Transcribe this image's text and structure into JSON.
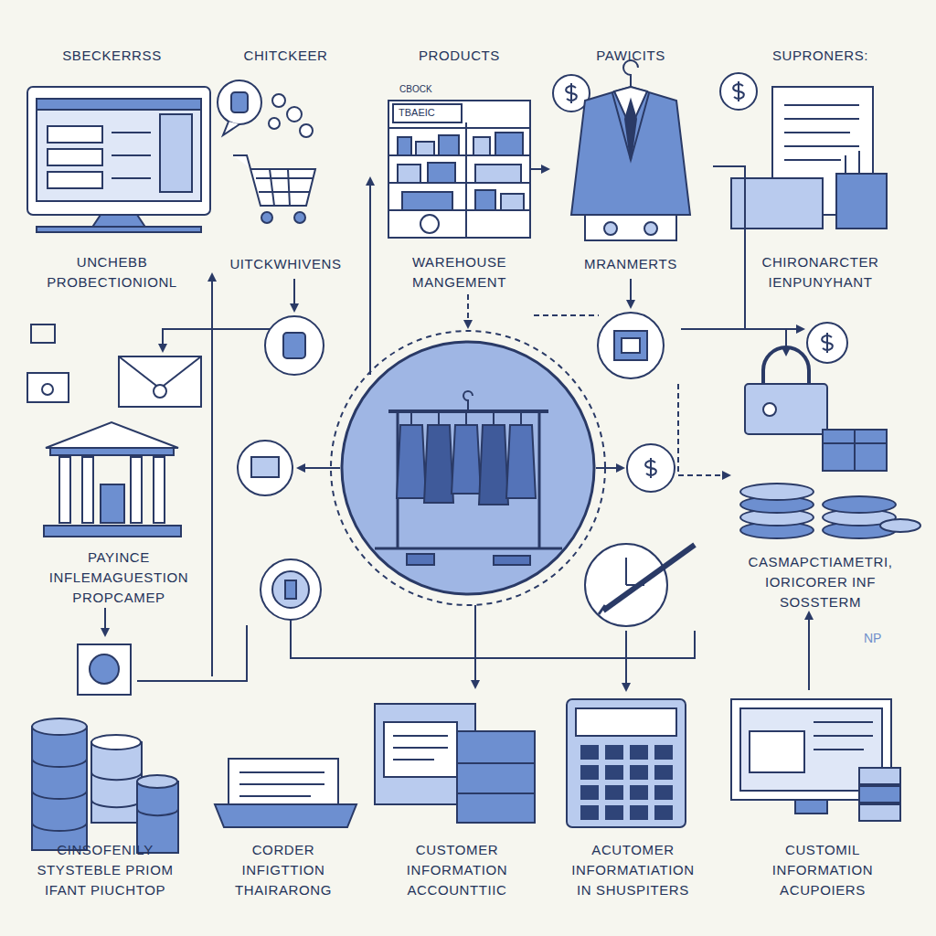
{
  "diagram": {
    "nodes": [
      {
        "text": [
          "SBECKERRSS",
          "UNCHEBB PROBECTIONIONL"
        ]
      },
      {
        "text": [
          "CHITCKEER",
          "UITCKWHIVENS"
        ]
      },
      {
        "text": [
          "PRODUCTS",
          "WAREHOUSE MANGEMENT"
        ]
      },
      {
        "text": [
          "PAWICITS",
          "MRANMERTS"
        ]
      },
      {
        "text": [
          "SUPRONERS:",
          "CHIRONARCTER IENPUNYHANT"
        ]
      },
      {
        "text": [
          "PAYINCE INFLEMAGUESTION PROPCAMEP"
        ]
      },
      {
        "text": [
          "CASMAPCTIAMETRI, IORICORER INF SOSSTERM"
        ]
      },
      {
        "text": [
          "CINSOFENILY STYSTEBLE PRIOM IFANT PIUCHTOP"
        ]
      },
      {
        "text": [
          "CORDER INFIGTTION THAIRARONG"
        ]
      },
      {
        "text": [
          "CUSTOMER INFORMATION ACCOUNTTIIC"
        ]
      },
      {
        "text": [
          "ACUTOMER INFORMATIATION IN SHUSPITERS"
        ]
      },
      {
        "text": [
          "CUSTOMIL INFORMATION ACUPOIERS"
        ]
      }
    ],
    "edges": [
      {
        "from": 8,
        "to": 1,
        "arrow": "to"
      },
      {
        "from": 5,
        "to": 7,
        "arrow": "to"
      },
      {
        "from": 11,
        "to": 6,
        "arrow": "to"
      }
    ],
    "labels": [
      "CBOCK",
      "TBAEIC",
      "NP"
    ]
  }
}
